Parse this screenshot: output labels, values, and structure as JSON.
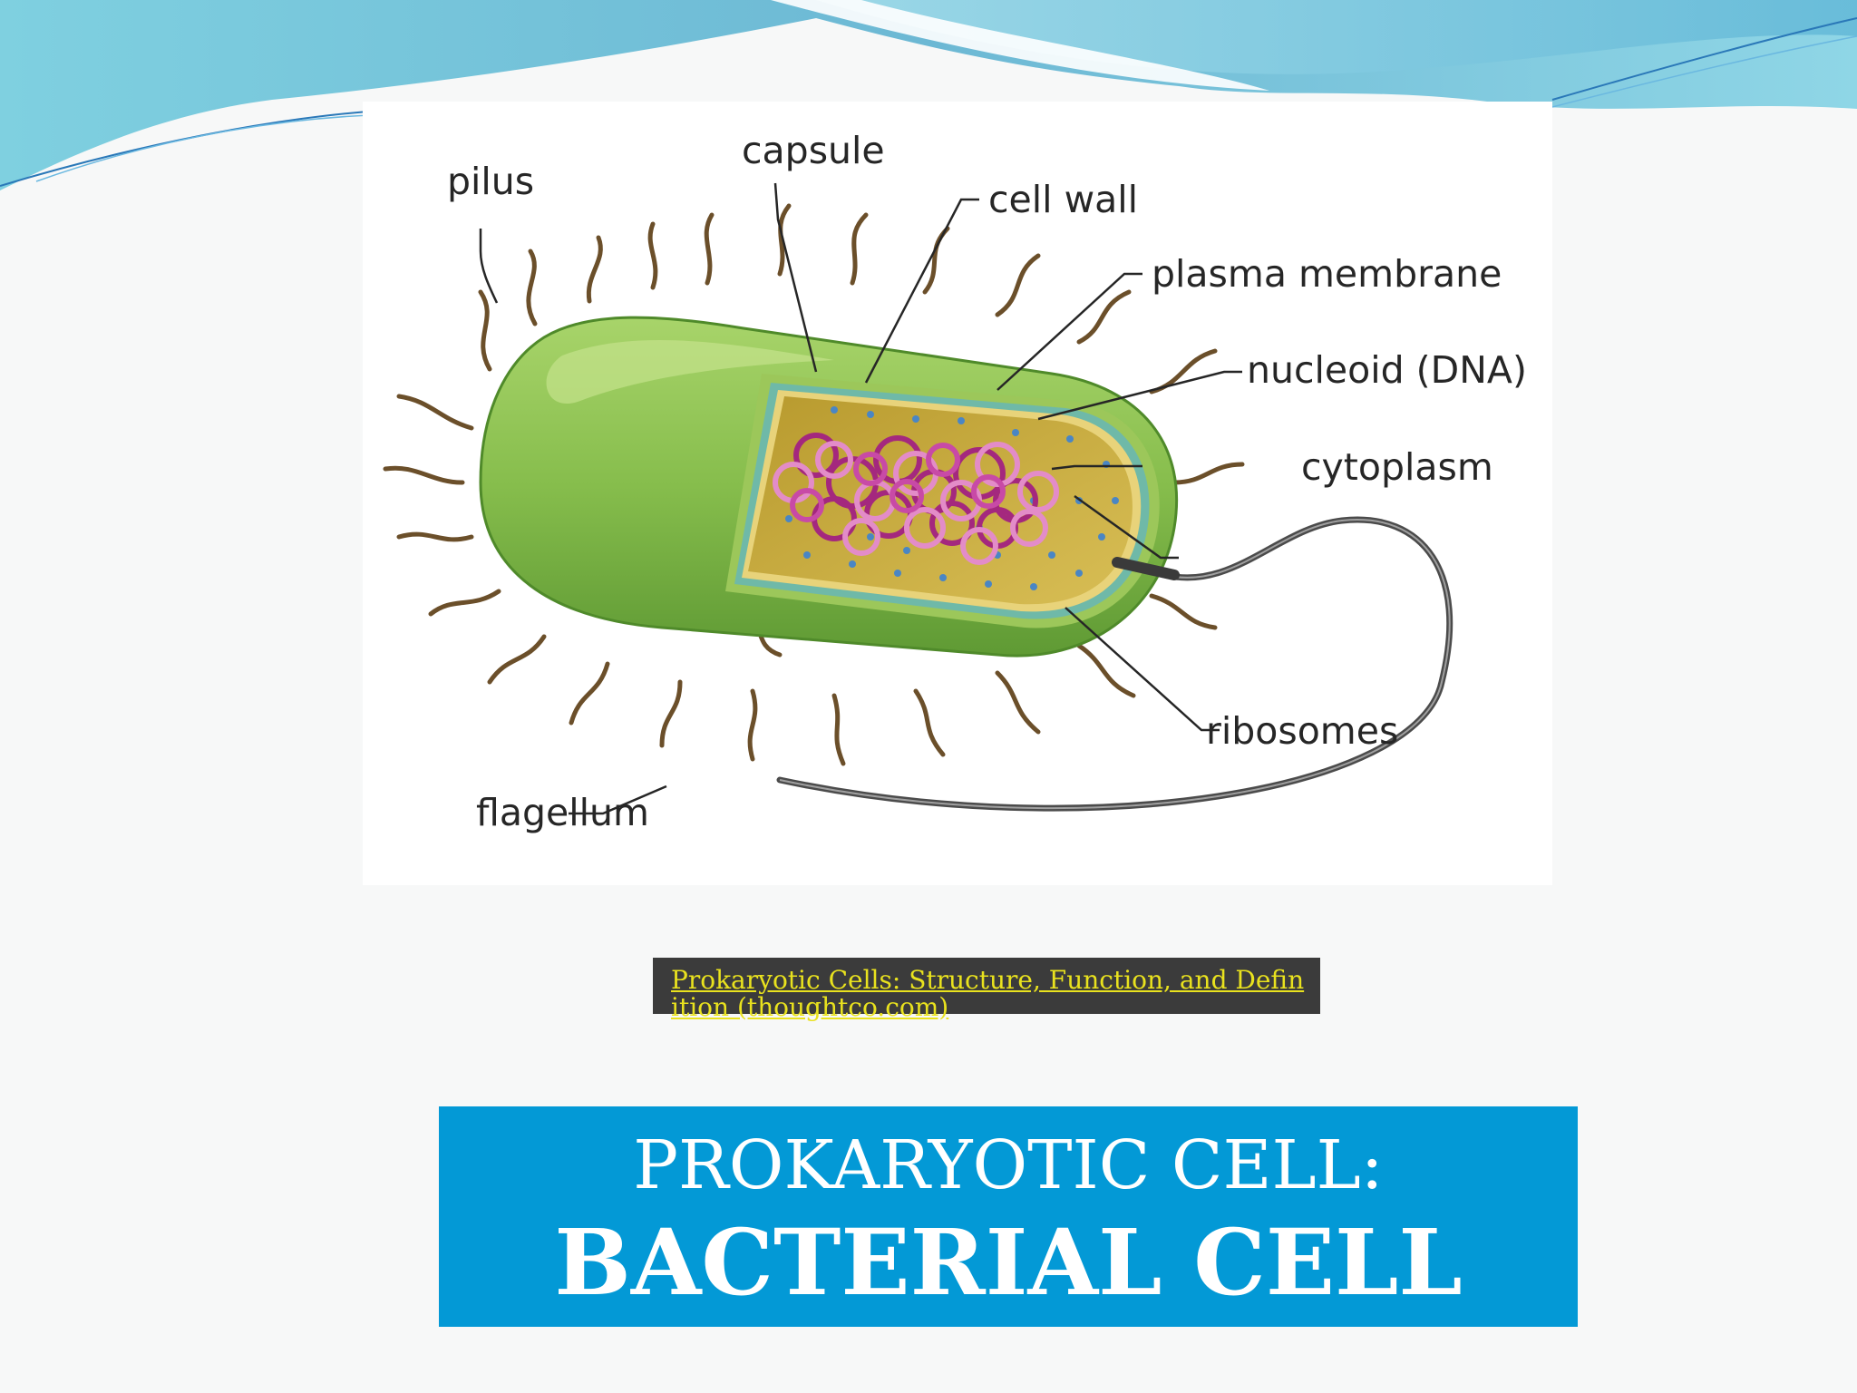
{
  "slide": {
    "figure": {
      "labels": {
        "pilus": "pilus",
        "capsule": "capsule",
        "cell_wall": "cell wall",
        "plasma_membrane": "plasma membrane",
        "nucleoid": "nucleoid (DNA)",
        "cytoplasm": "cytoplasm",
        "ribosomes": "ribosomes",
        "flagellum": "flagellum"
      }
    },
    "source_link": "Prokaryotic Cells: Structure, Function, and Definition (thoughtco.com)",
    "title_line1": "PROKARYOTIC CELL:",
    "title_line2": "BACTERIAL CELL"
  },
  "colors": {
    "title_background": "#0399d6",
    "link_text": "#e9e21e",
    "link_background": "#3b3b3b",
    "cell_green": "#8cc152",
    "cytoplasm_yellow": "#c9a93a",
    "dna_pink": "#c0399a"
  }
}
